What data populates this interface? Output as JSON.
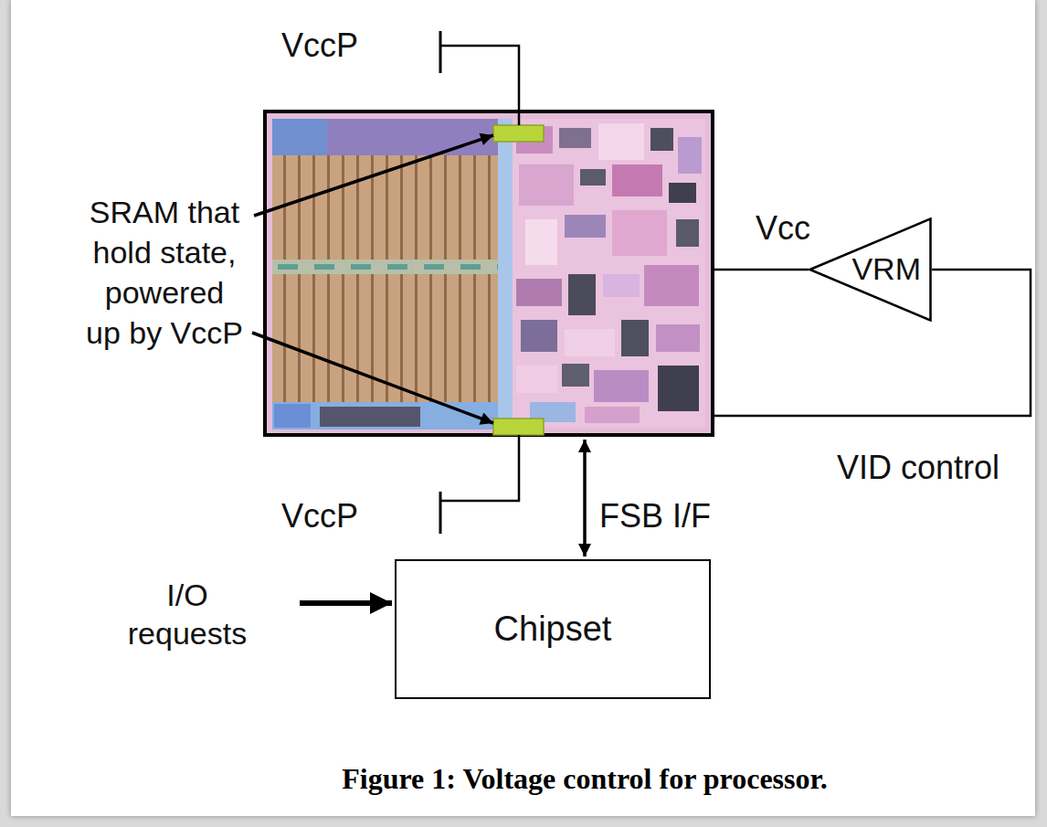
{
  "diagram": {
    "caption": "Figure 1: Voltage control for processor.",
    "nodes": [
      {
        "text": [
          "VRM"
        ]
      },
      {
        "text": [
          "Chipset"
        ]
      }
    ],
    "labels": [
      "VccP",
      "SRAM that hold state, powered up by VccP",
      "Vcc",
      "VID control",
      "VccP",
      "FSB I/F",
      "I/O requests"
    ]
  }
}
